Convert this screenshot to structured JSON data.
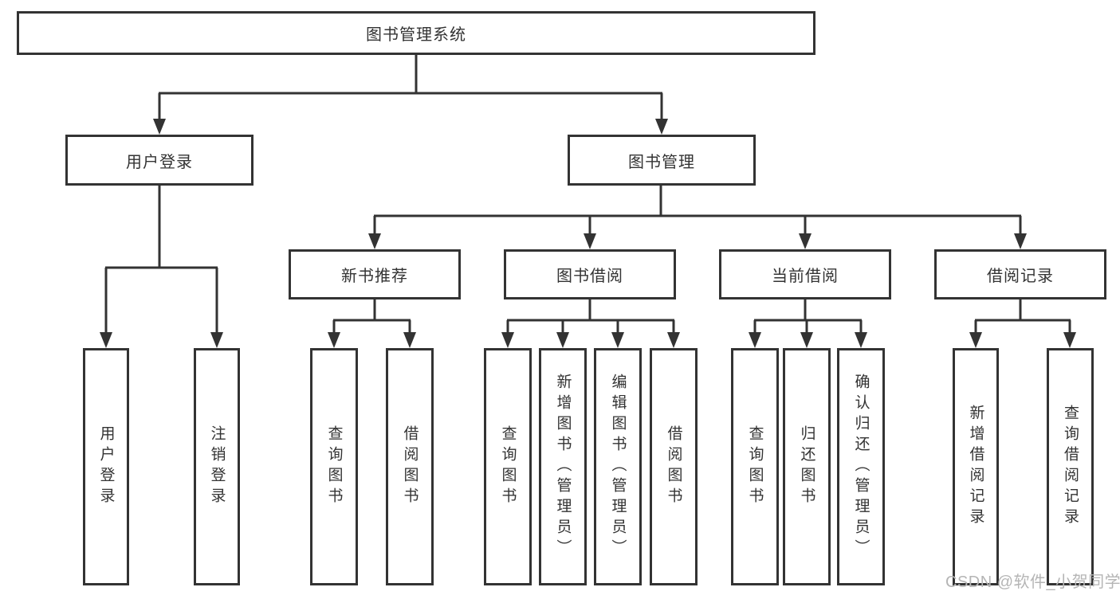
{
  "tree": {
    "root": {
      "label": "图书管理系统"
    },
    "level2": [
      {
        "label": "用户登录",
        "children": [
          {
            "label": "用户登录"
          },
          {
            "label": "注销登录"
          }
        ]
      },
      {
        "label": "图书管理",
        "children": [
          {
            "label": "新书推荐",
            "children": [
              {
                "label": "查询图书"
              },
              {
                "label": "借阅图书"
              }
            ]
          },
          {
            "label": "图书借阅",
            "children": [
              {
                "label": "查询图书"
              },
              {
                "label": "新增图书（管理员）"
              },
              {
                "label": "编辑图书（管理员）"
              },
              {
                "label": "借阅图书"
              }
            ]
          },
          {
            "label": "当前借阅",
            "children": [
              {
                "label": "查询图书"
              },
              {
                "label": "归还图书"
              },
              {
                "label": "确认归还（管理员）"
              }
            ]
          },
          {
            "label": "借阅记录",
            "children": [
              {
                "label": "新增借阅记录"
              },
              {
                "label": "查询借阅记录"
              }
            ]
          }
        ]
      }
    ]
  },
  "watermark": {
    "text": "CSDN @软件_小贺同学",
    "color": "#b5b5b5"
  },
  "colors": {
    "line": "#333333",
    "box_border": "#333333",
    "text": "#333333",
    "background": "#ffffff"
  }
}
